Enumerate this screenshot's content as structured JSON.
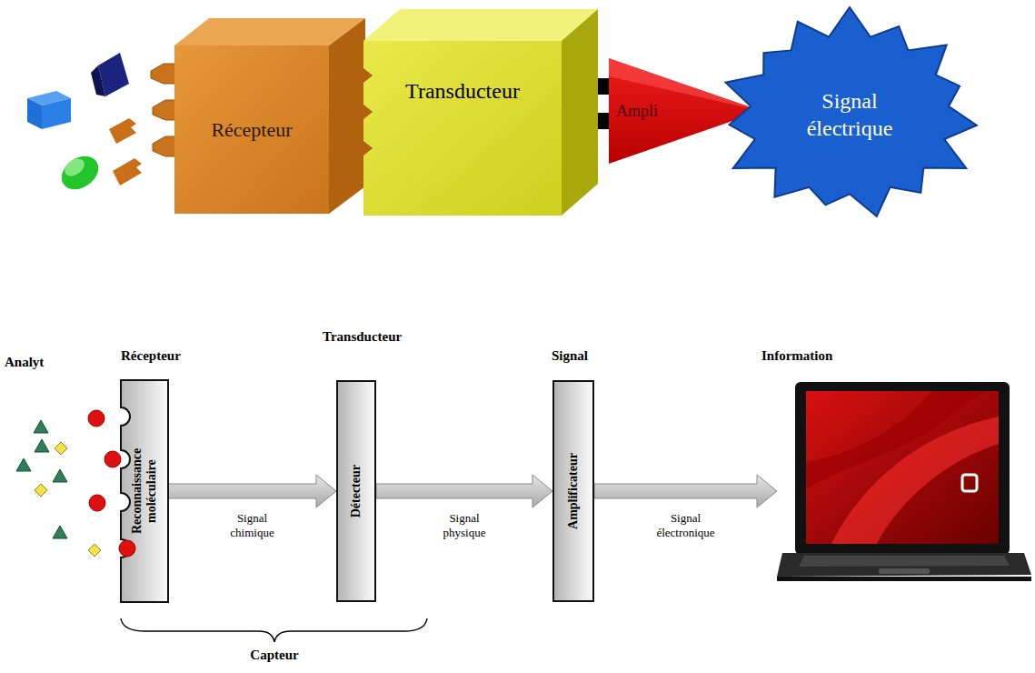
{
  "diagram": {
    "nodes": [
      {
        "text": [
          "Récepteur"
        ]
      },
      {
        "text": [
          "Transducteur"
        ]
      },
      {
        "text": [
          "Ampli"
        ]
      },
      {
        "text": [
          "Signal électrique"
        ]
      },
      {
        "text": [
          "Récepteur",
          "Reconnaissance moléculaire"
        ]
      },
      {
        "text": [
          "Transducteur",
          "Détecteur"
        ]
      },
      {
        "text": [
          "Signal",
          "Amplificateur"
        ]
      },
      {
        "text": [
          "Information"
        ]
      }
    ],
    "edges": [
      {
        "from": 4,
        "to": 5,
        "label": "Signal chimique",
        "arrow": "to"
      },
      {
        "from": 5,
        "to": 6,
        "label": "Signal physique",
        "arrow": "to"
      },
      {
        "from": 6,
        "to": 7,
        "label": "Signal électronique",
        "arrow": "to"
      }
    ],
    "labels": [
      "Analyt",
      "Capteur"
    ]
  }
}
